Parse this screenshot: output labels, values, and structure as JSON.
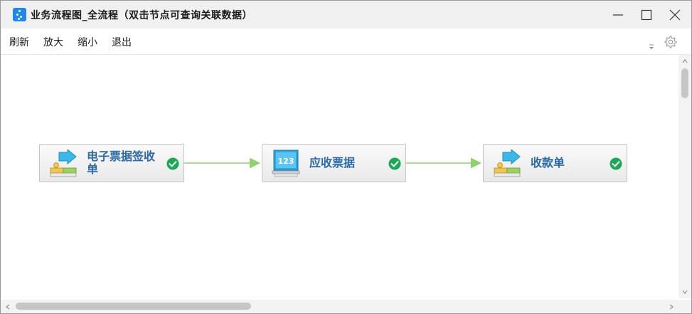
{
  "window": {
    "title": "业务流程图_全流程（双击节点可查询关联数据）"
  },
  "menu": {
    "items": [
      "刷新",
      "放大",
      "缩小",
      "退出"
    ]
  },
  "icons": {
    "app": "flow-app-icon",
    "minimize": "minimize-icon",
    "maximize": "maximize-icon",
    "close": "close-icon",
    "dropdown": "dropdown-arrow-icon",
    "settings": "gear-icon"
  },
  "flow": {
    "nodes": [
      {
        "label": "电子票据签收单",
        "icon": "document-transfer-icon",
        "status": "completed"
      },
      {
        "label": "应收票据",
        "icon": "calculator-screen-icon",
        "status": "completed"
      },
      {
        "label": "收款单",
        "icon": "document-transfer-icon",
        "status": "completed"
      }
    ],
    "colors": {
      "edge": "#8fd16a",
      "check": "#1aaa55",
      "label": "#2b6aa8"
    }
  }
}
